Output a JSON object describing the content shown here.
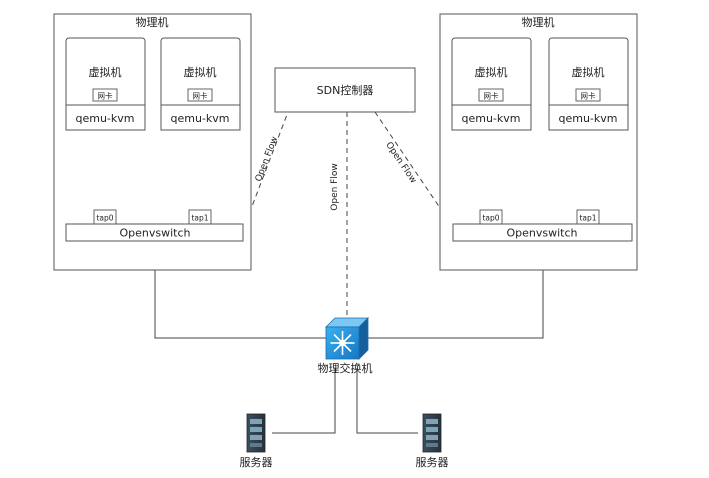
{
  "hosts": [
    {
      "title": "物理机",
      "vms": [
        {
          "label": "虚拟机",
          "nic": "网卡",
          "hypervisor": "qemu-kvm",
          "tap": "tap0"
        },
        {
          "label": "虚拟机",
          "nic": "网卡",
          "hypervisor": "qemu-kvm",
          "tap": "tap1"
        }
      ],
      "switch_label": "Openvswitch"
    },
    {
      "title": "物理机",
      "vms": [
        {
          "label": "虚拟机",
          "nic": "网卡",
          "hypervisor": "qemu-kvm",
          "tap": "tap0"
        },
        {
          "label": "虚拟机",
          "nic": "网卡",
          "hypervisor": "qemu-kvm",
          "tap": "tap1"
        }
      ],
      "switch_label": "Openvswitch"
    }
  ],
  "controller": {
    "label": "SDN控制器"
  },
  "links": {
    "left": "Open Flow",
    "middle": "Open Flow",
    "right": "Open Flow"
  },
  "physical_switch": {
    "label": "物理交换机",
    "icon": "network-switch-icon",
    "color": "#1e8fd6"
  },
  "servers": [
    {
      "label": "服务器",
      "icon": "server-icon"
    },
    {
      "label": "服务器",
      "icon": "server-icon"
    }
  ]
}
